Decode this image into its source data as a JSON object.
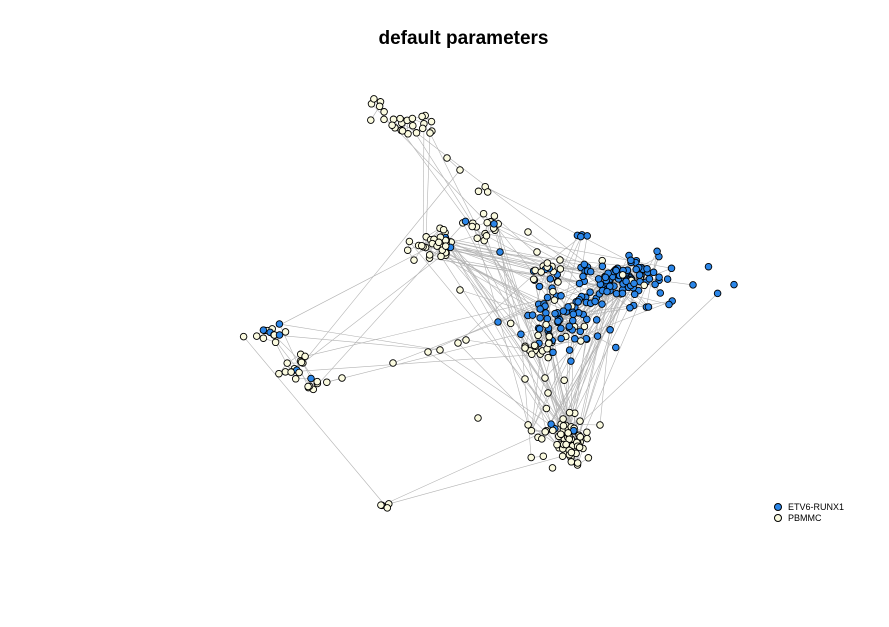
{
  "title": "default parameters",
  "legend": {
    "items": [
      {
        "label": "ETV6-RUNX1",
        "color": "#2b86e8"
      },
      {
        "label": "PBMMC",
        "color": "#fbfbe0"
      }
    ]
  },
  "colors": {
    "edge": "#b3b3b3",
    "node_stroke": "#000000"
  }
}
